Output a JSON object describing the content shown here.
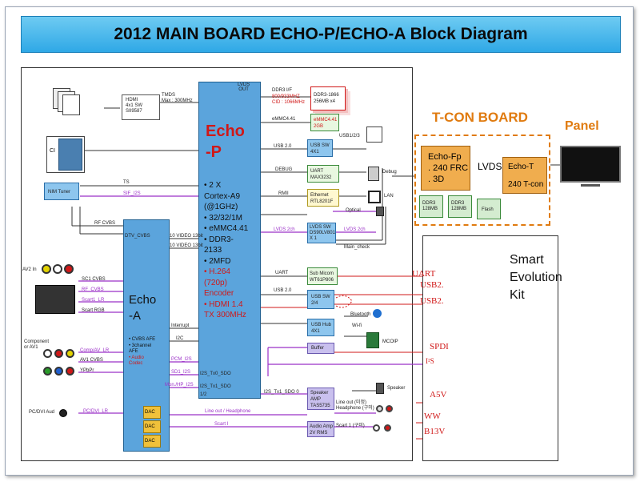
{
  "title": "2012 MAIN BOARD ECHO-P/ECHO-A Block Diagram",
  "echo_p": {
    "name": "Echo\n-P",
    "features": [
      "• 2 X",
      "Cortex-A9",
      "(@1GHz)",
      "• 32/32/1M",
      "• eMMC4.41",
      "• DDR3-",
      "2133",
      "• 2MFD"
    ],
    "features_red": [
      "• H.264",
      "(720p)",
      "Encoder",
      "• HDMI 1.4",
      "TX 300MHz"
    ],
    "top_label": "LVDS\nOUT"
  },
  "echo_a": {
    "name": "Echo\n-A",
    "features": [
      "• CVBS AFE",
      "• 3channel",
      "AFE"
    ],
    "features_red": [
      "• Audio",
      "Codec"
    ]
  },
  "tcon": {
    "heading": "T-CON BOARD",
    "echo_fp": "Echo-Fp\n. 240 FRC\n. 3D",
    "echo_t": "Echo-T\n\n240 T-con",
    "ddr_a": "DDR3\n128MB",
    "ddr_b": "DDR3\n128MB",
    "flash": "Flash",
    "lvds": "LVDS"
  },
  "panel": {
    "label": "Panel"
  },
  "smart_kit": {
    "label": "Smart\nEvolution\nKit"
  },
  "blocks": {
    "hdmi_sw": "HDMI\n4x1 SW\nSII9587",
    "tmds": "TMDS\nMax : 300MHz",
    "ddr3": "DDR3-1866\n256MB x4",
    "ddr3_left": "DDR3 I/F",
    "ddr3_freq": "800/933MHZ\nCID : 1066MHz",
    "emmc_left": "eMMC4.41",
    "emmc": "eMMC4.41\n2GB",
    "usb_sw": "USB SW\n4X1",
    "usb20": "USB 2.0",
    "usb123": "USB1/2/3",
    "uart": "UART\nMAX3232",
    "debug_left": "DEBUG",
    "debug": "Debug",
    "ethernet": "Ethernet\nRTL8201F",
    "rmii": "RMII",
    "lan": "LAN",
    "optical": "Optical",
    "lvds_sw": "LVDS SW\nDS90LV801\nX 1",
    "lvds2ch_a": "LVDS 2ch",
    "lvds2ch_b": "LVDS 2ch",
    "main_check": "Main_check",
    "sub_micom": "Sub Micom\nWT61P806",
    "uart2": "UART",
    "usb_sw2": "USB SW\n2/4",
    "usb20b": "USB 2.0",
    "usb_hub": "USB Hub\n4X1",
    "bluetooth": "Bluetooth",
    "wifi": "Wi-fi",
    "mcoip": "MCOIP",
    "buffer": "Buffer",
    "speaker_amp": "Speaker\nAMP\nTAS5735",
    "speaker": "Speaker",
    "lineout_hp": "Line out (미정)\nHeadphone (구미)",
    "audio_amp": "Audio Amp\n2V RMS",
    "scart1": "Scart 1 (구미)",
    "nim": "NIM Tuner",
    "ci": "CI",
    "ts": "TS",
    "sif": "SIF_I2S",
    "rf": "RF CVBS",
    "dtv": "DTV_CVBS",
    "video1": "10 VIDEO 13bit",
    "video2": "10 VIDEO 13bit",
    "av2": "AV2 In",
    "sc1cvbs": "SC1 CVBS",
    "rfcvbs2": "RF_CVBS",
    "scart1lr": "Scart1_LR",
    "scartrgb": "Scart RGB",
    "component": "Component\nor AV1",
    "comp_av_lr": "Comp/AV_LR",
    "av1cvbs": "AV1 CVBS",
    "ypbpr": "YPbPr",
    "pc_dvi_aud": "PC/DVI Aud",
    "pc_dvi_lr": "PC/DVI_LR",
    "interrupt": "Interrupt",
    "i2c": "I2C",
    "pcm": "PCM_I2S",
    "sd1": "SD1_I2S",
    "mon": "Mon./HP_I2S",
    "i2s_tx0": "I2S_Tx0_SDO",
    "i2s_tx1": "I2S_Tx1_SDO",
    "i2s_tx1b": "I2S_Tx1_SDO 0",
    "half": "1/2",
    "lineout_hp2": "Line out / Headphone",
    "scart_i": "Scart I",
    "dac": "DAC"
  },
  "kit_signals": [
    "UART",
    "USB2.",
    "USB2.",
    "SPDI",
    "I²S",
    "A5V",
    "WW",
    "B13V"
  ],
  "colors": {
    "banner": "#2fa8e6",
    "chip_blue": "#5ba4dc",
    "tcon_orange": "#f0ad4e",
    "signal_purple": "#9b30c8",
    "signal_red": "#d01818",
    "tcon_text": "#e07b10"
  }
}
